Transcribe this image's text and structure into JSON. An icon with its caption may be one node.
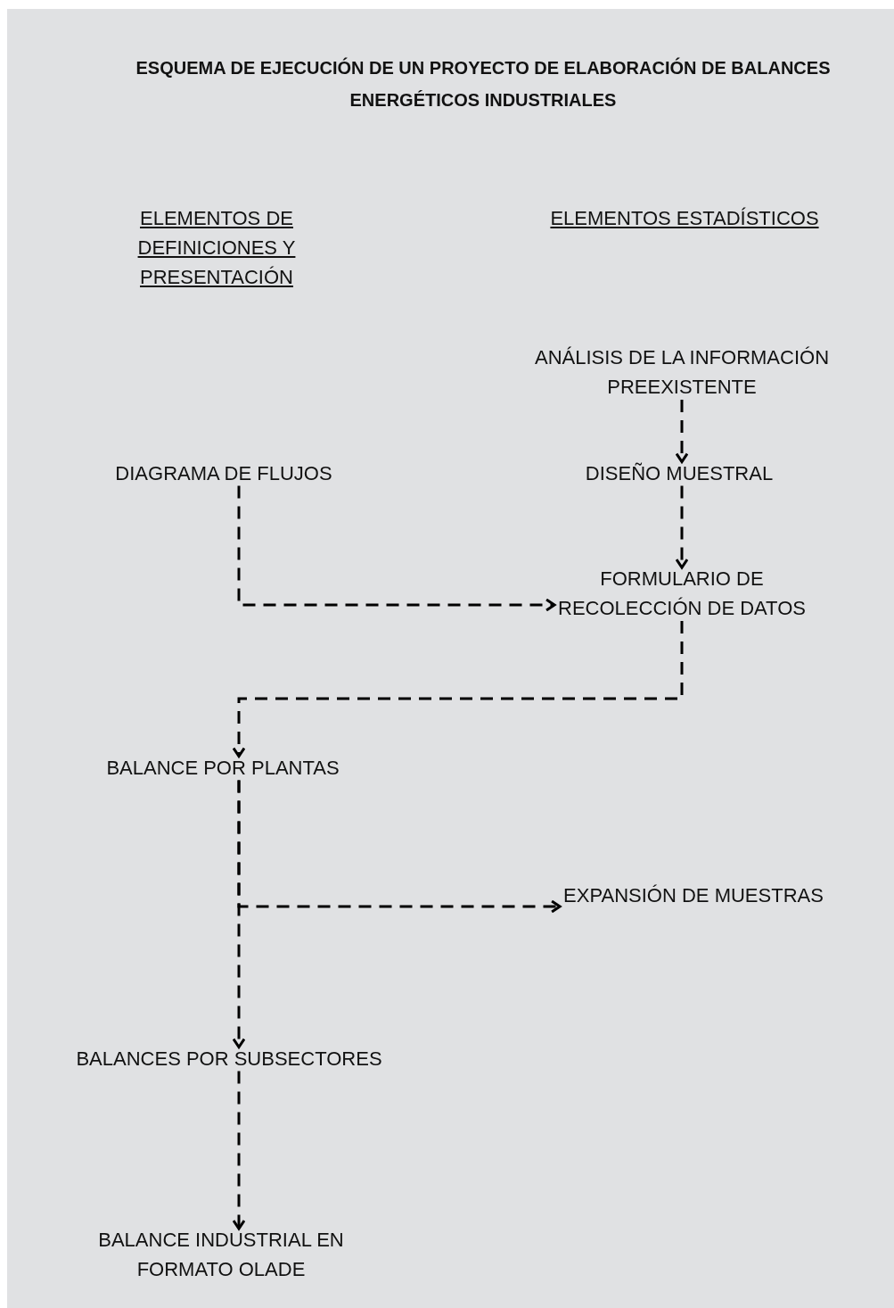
{
  "diagram": {
    "title": "ESQUEMA DE EJECUCIÓN DE UN PROYECTO DE ELABORACIÓN DE BALANCES ENERGÉTICOS INDUSTRIALES",
    "nodes": [
      {
        "text": [
          "ANÁLISIS DE LA INFORMACIÓN PREEXISTENTE"
        ]
      },
      {
        "text": [
          "DIAGRAMA DE FLUJOS"
        ]
      },
      {
        "text": [
          "DISEÑO MUESTRAL"
        ]
      },
      {
        "text": [
          "FORMULARIO DE RECOLECCIÓN DE DATOS"
        ]
      },
      {
        "text": [
          "BALANCE POR PLANTAS"
        ]
      },
      {
        "text": [
          "EXPANSIÓN DE MUESTRAS"
        ]
      },
      {
        "text": [
          "BALANCES POR SUBSECTORES"
        ]
      },
      {
        "text": [
          "BALANCE INDUSTRIAL EN FORMATO OLADE"
        ]
      }
    ],
    "edges": [
      {
        "from": 0,
        "to": 2,
        "arrow": "to",
        "style": "dashed"
      },
      {
        "from": 2,
        "to": 3,
        "arrow": "to",
        "style": "dashed"
      },
      {
        "from": 1,
        "to": 3,
        "arrow": "to",
        "style": "dashed"
      },
      {
        "from": 3,
        "to": 4,
        "arrow": "to",
        "style": "dashed"
      },
      {
        "from": 4,
        "to": 6,
        "arrow": "to",
        "style": "dashed"
      },
      {
        "from": 4,
        "to": 5,
        "arrow": "to",
        "style": "dashed"
      },
      {
        "from": 6,
        "to": 7,
        "arrow": "to",
        "style": "dashed"
      }
    ],
    "labels": [
      "ELEMENTOS DE DEFINICIONES Y PRESENTACIÓN",
      "ELEMENTOS ESTADÍSTICOS"
    ]
  }
}
